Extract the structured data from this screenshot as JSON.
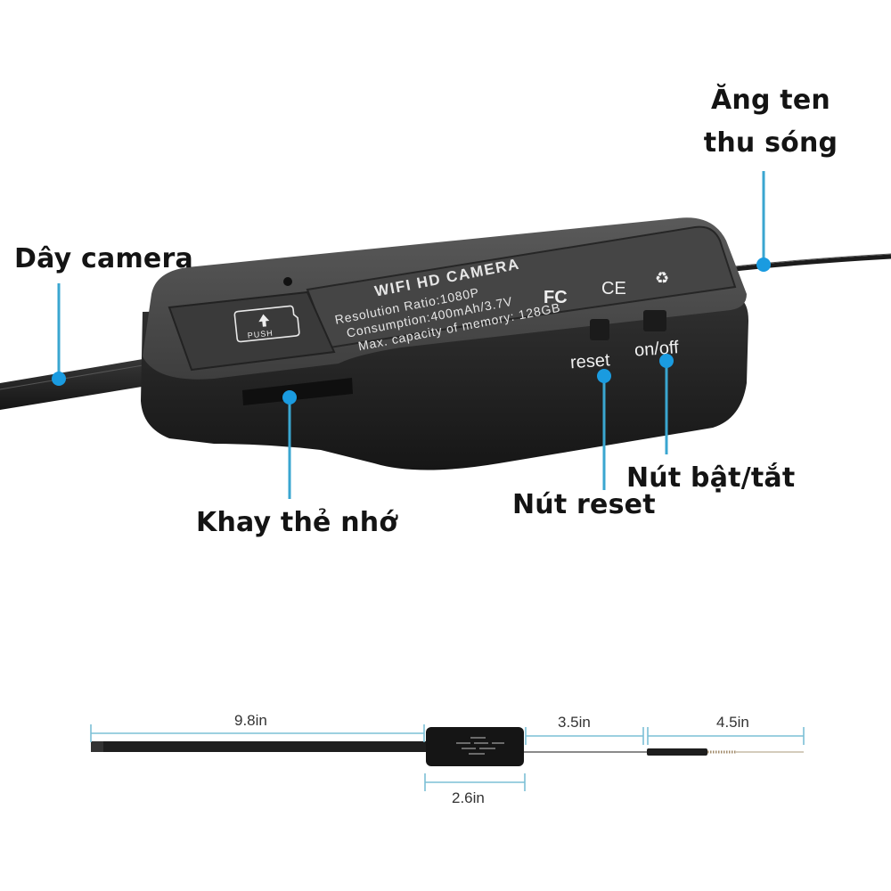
{
  "callouts": {
    "antenna": {
      "line1": "Ăng ten",
      "line2": "thu sóng"
    },
    "camera_cable": "Dây camera",
    "card_slot": "Khay thẻ nhớ",
    "reset_button": "Nút reset",
    "power_button": "Nút bật/tắt"
  },
  "device": {
    "label_title": "WIFI HD CAMERA",
    "spec_lines": [
      "Resolution Ratio:1080P",
      "Consumption:400mAh/3.7V",
      "Max. capacity of memory: 128GB"
    ],
    "cert_marks": [
      "FC",
      "CE",
      "recycle"
    ],
    "sd_push_label": "PUSH",
    "switch_labels": {
      "reset": "reset",
      "onoff": "on/off"
    }
  },
  "dimensions": {
    "cable_length": "9.8in",
    "body_length": "2.6in",
    "antenna_wire_length": "3.5in",
    "antenna_tip_length": "4.5in"
  },
  "colors": {
    "callout_accent": "#1a9be0",
    "callout_line": "#3aa6d0",
    "dimension_line": "#7cc0d6",
    "device_body": "#2a2a2a",
    "label_text": "#141414"
  }
}
